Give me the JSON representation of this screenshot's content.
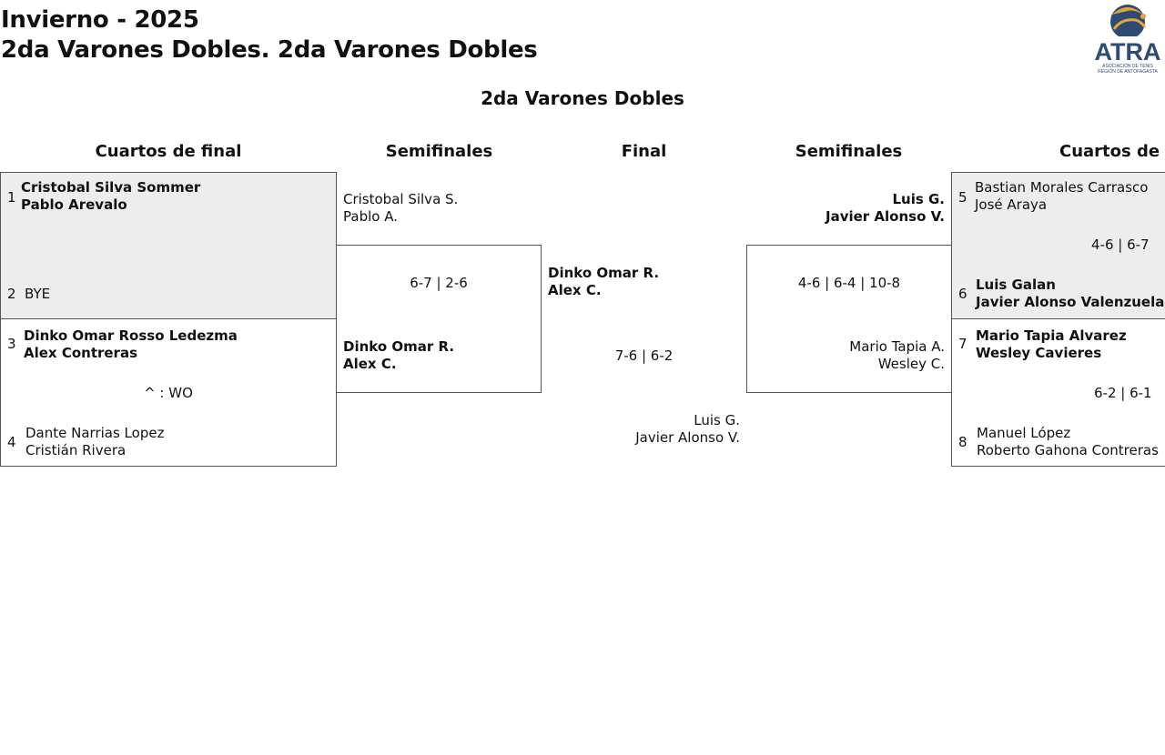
{
  "header": {
    "season": "Invierno - 2025",
    "event": "2da Varones Dobles. 2da Varones Dobles"
  },
  "logo": {
    "text": "ATRA",
    "tagline_1": "ASOCIACIÓN DE TENIS",
    "tagline_2": "REGIÓN DE ANTOFAGASTA",
    "colors": {
      "navy": "#2f4a73",
      "gold": "#e2a63a"
    }
  },
  "bracket_title": "2da Varones Dobles",
  "rounds": {
    "left_qf": "Cuartos de final",
    "left_sf": "Semifinales",
    "final": "Final",
    "right_sf": "Semifinales",
    "right_qf": "Cuartos de final"
  },
  "left_qf": {
    "m1": {
      "top": {
        "seed": "1",
        "p1": "Cristobal Silva Sommer",
        "p2": "Pablo Arevalo"
      },
      "bottom": {
        "seed": "2",
        "p1": "BYE"
      }
    },
    "m2": {
      "top": {
        "seed": "3",
        "p1": "Dinko Omar Rosso Ledezma",
        "p2": "Alex Contreras"
      },
      "score": "^ : WO",
      "bottom": {
        "seed": "4",
        "p1": "Dante Narrias Lopez",
        "p2": "Cristián Rivera"
      }
    }
  },
  "left_sf": {
    "top": {
      "p1": "Cristobal Silva S.",
      "p2": "Pablo A."
    },
    "score": "6-7 | 2-6",
    "bottom": {
      "p1": "Dinko Omar R.",
      "p2": "Alex C."
    }
  },
  "final": {
    "top": {
      "p1": "Dinko Omar R.",
      "p2": "Alex C."
    },
    "score": "7-6 | 6-2",
    "bottom": {
      "p1": "Luis G.",
      "p2": "Javier Alonso V."
    }
  },
  "right_sf": {
    "top": {
      "p1": "Luis G.",
      "p2": "Javier Alonso V."
    },
    "score": "4-6 | 6-4 | 10-8",
    "bottom": {
      "p1": "Mario Tapia A.",
      "p2": "Wesley C."
    }
  },
  "right_qf": {
    "m1": {
      "top": {
        "seed": "5",
        "p1": "Bastian Morales Carrasco",
        "p2": "José Araya"
      },
      "score": "4-6 | 6-7",
      "bottom": {
        "seed": "6",
        "p1": "Luis Galan",
        "p2": "Javier Alonso Valenzuela Rios"
      }
    },
    "m2": {
      "top": {
        "seed": "7",
        "p1": "Mario Tapia Alvarez",
        "p2": "Wesley Cavieres"
      },
      "score": "6-2 | 6-1",
      "bottom": {
        "seed": "8",
        "p1": "Manuel López",
        "p2": "Roberto Gahona Contreras"
      }
    }
  }
}
